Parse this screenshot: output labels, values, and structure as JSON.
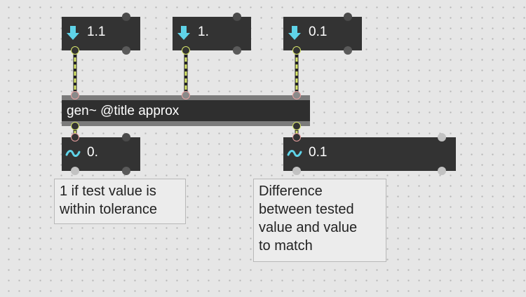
{
  "patcher": {
    "number_boxes_in": [
      {
        "icon": "down-arrow-icon",
        "value": "1.1"
      },
      {
        "icon": "down-arrow-icon",
        "value": "1."
      },
      {
        "icon": "down-arrow-icon",
        "value": "0.1"
      }
    ],
    "gen_object": {
      "label": "gen~ @title approx"
    },
    "signal_outputs": [
      {
        "icon": "tilde-signal-icon",
        "value": "0."
      },
      {
        "icon": "tilde-signal-icon",
        "value": "0.1"
      }
    ],
    "comments": [
      {
        "text": "1 if test value is\nwithin tolerance"
      },
      {
        "text": "Difference\nbetween tested\nvalue and value\nto match"
      }
    ]
  },
  "colors": {
    "background": "#e6e6e6",
    "box": "#333333",
    "icon_cyan": "#5fd3e8",
    "patchcord_yellow": "#d9e86b",
    "inlet_pink": "#e8a0a0"
  }
}
